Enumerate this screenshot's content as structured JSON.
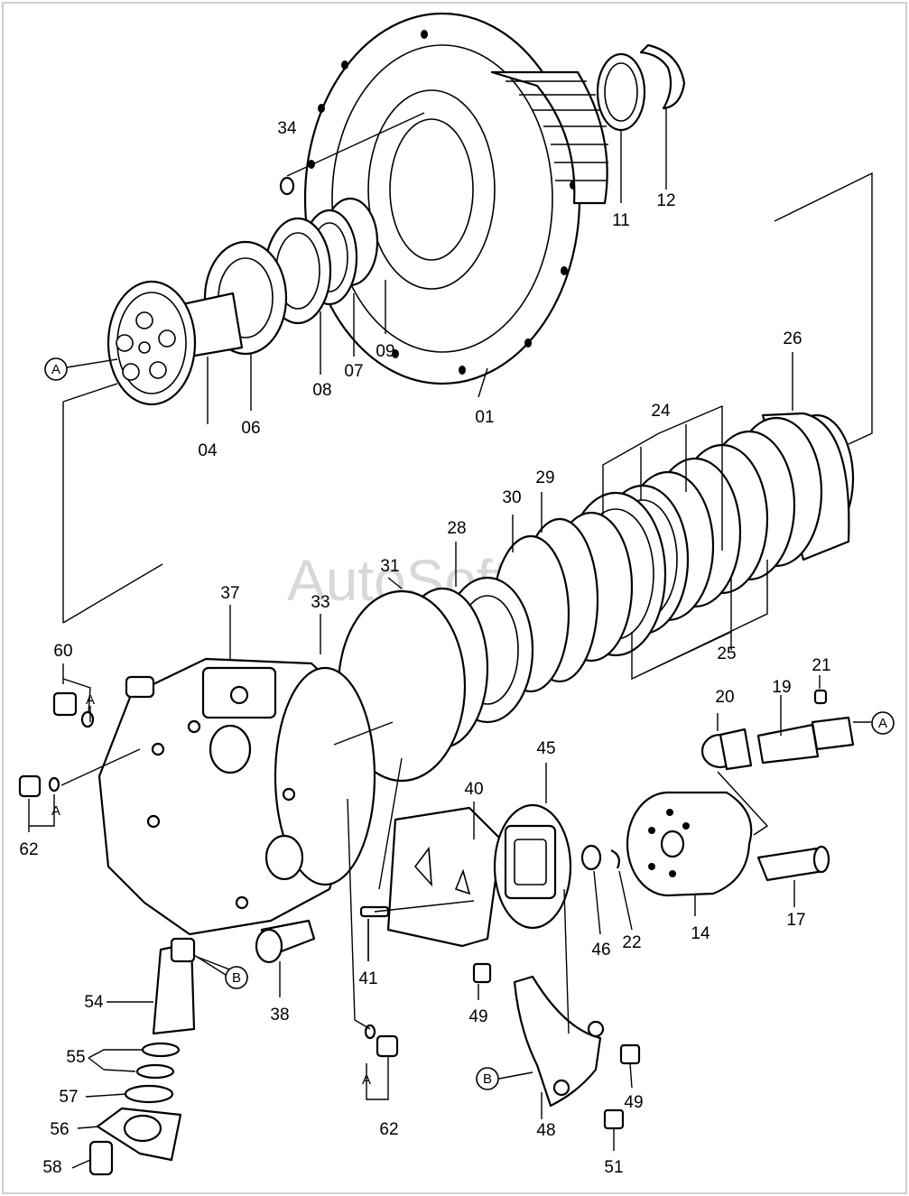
{
  "watermark": "AutoSoft",
  "colors": {
    "ink": "#000000",
    "paper": "#ffffff",
    "watermark": "#b9b9b9"
  },
  "callouts": {
    "p01": "01",
    "p04": "04",
    "p06": "06",
    "p07": "07",
    "p08": "08",
    "p09": "09",
    "p11": "11",
    "p12": "12",
    "p14": "14",
    "p17": "17",
    "p19": "19",
    "p20": "20",
    "p21": "21",
    "p22": "22",
    "p24": "24",
    "p25": "25",
    "p26": "26",
    "p28": "28",
    "p29": "29",
    "p30": "30",
    "p31": "31",
    "p33": "33",
    "p34": "34",
    "p37": "37",
    "p38": "38",
    "p40": "40",
    "p41": "41",
    "p45": "45",
    "p46": "46",
    "p48": "48",
    "p49a": "49",
    "p49b": "49",
    "p51": "51",
    "p54": "54",
    "p55": "55",
    "p56": "56",
    "p57": "57",
    "p58": "58",
    "p60": "60",
    "p62a": "62",
    "p62b": "62"
  },
  "refs": {
    "circle_a1": "A",
    "circle_a2": "A",
    "circle_b1": "B",
    "circle_b2": "B",
    "letter_a1": "A",
    "letter_a2": "A",
    "letter_a3": "A"
  }
}
